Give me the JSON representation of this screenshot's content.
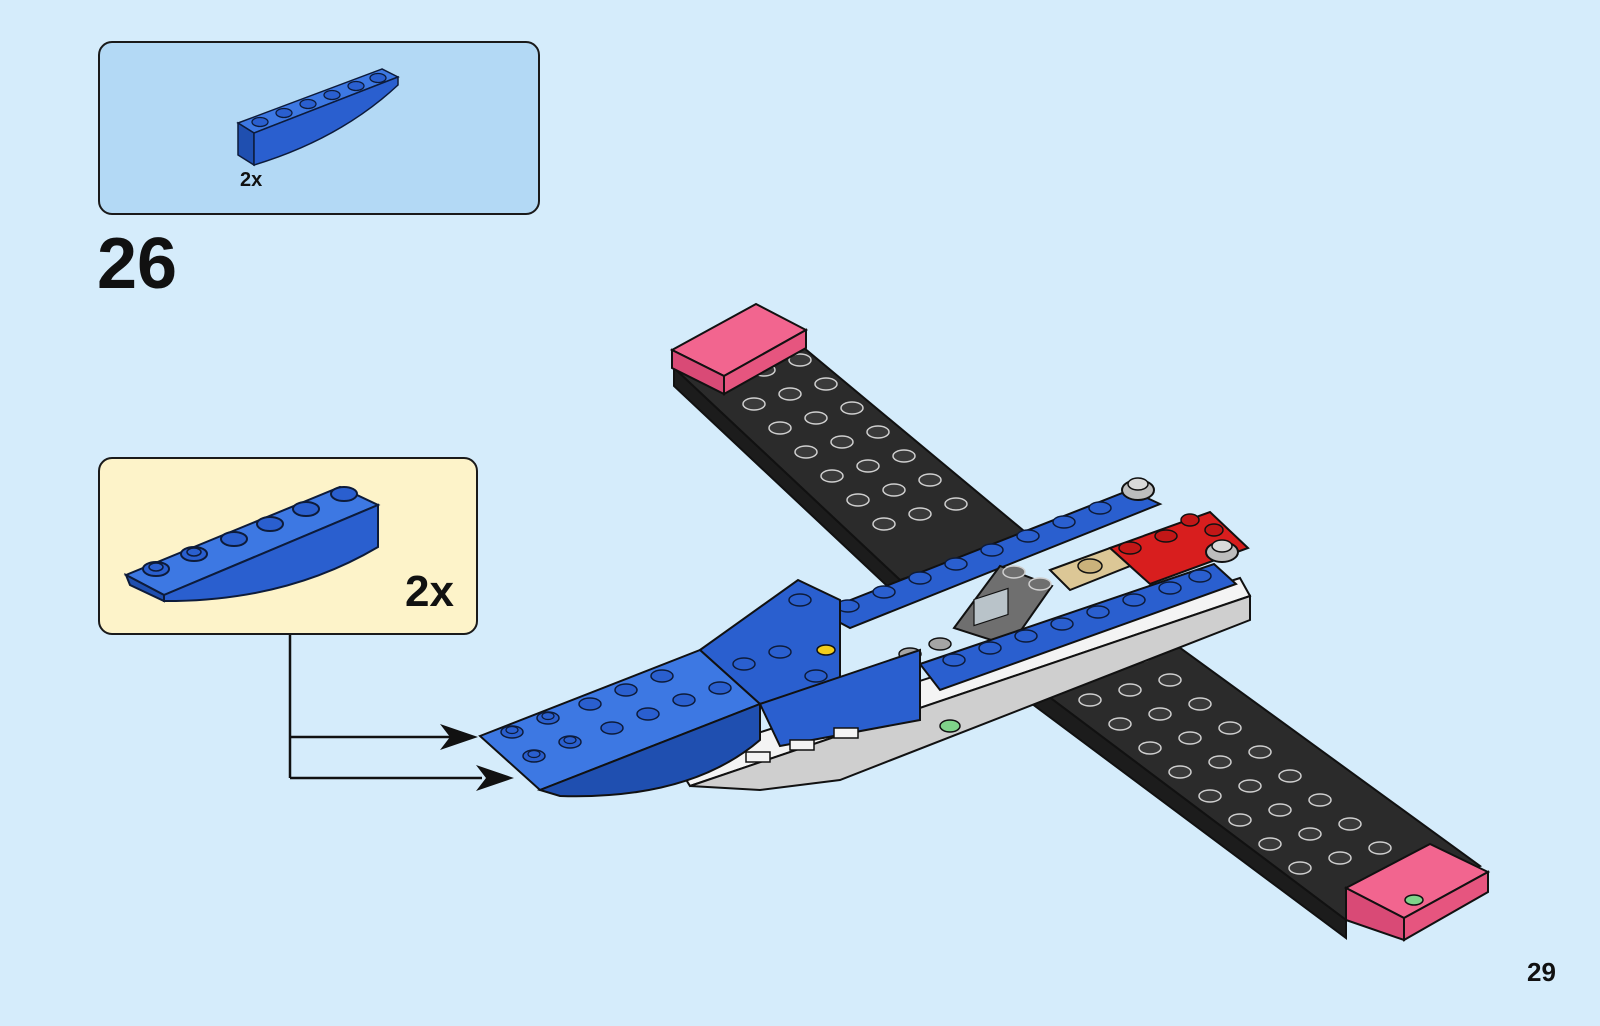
{
  "parts_list": {
    "quantity": "2x",
    "part_icon": "blue-inverted-slope-brick-icon"
  },
  "step": {
    "number": "26"
  },
  "callout": {
    "quantity": "2x",
    "part_icon": "blue-inverted-slope-brick-icon"
  },
  "model": {
    "icon": "airplane-assembly-icon"
  },
  "page": {
    "number": "29"
  },
  "colors": {
    "background": "#d5ecfb",
    "parts_box": "#b3d9f5",
    "callout_box": "#fdf3c9",
    "brick_blue": "#2a5fcf",
    "wing_black": "#2b2b2b",
    "wing_tip_pink": "#f2658f"
  }
}
